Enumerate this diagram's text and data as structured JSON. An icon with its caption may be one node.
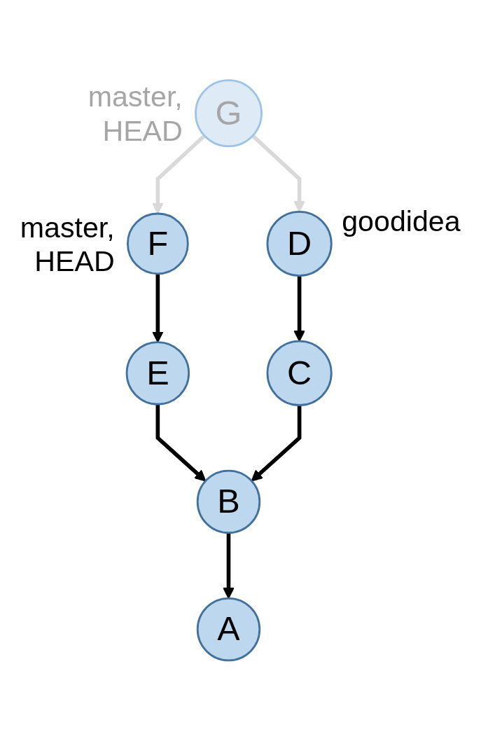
{
  "diagram": {
    "nodes": [
      {
        "text": [
          "G"
        ],
        "beside": [
          "master, HEAD"
        ]
      },
      {
        "text": [
          "F"
        ],
        "beside": [
          "master, HEAD"
        ]
      },
      {
        "text": [
          "D"
        ],
        "beside": [
          "goodidea"
        ]
      },
      {
        "text": [
          "E"
        ]
      },
      {
        "text": [
          "C"
        ]
      },
      {
        "text": [
          "B"
        ]
      },
      {
        "text": [
          "A"
        ]
      }
    ],
    "edges": [
      {
        "from": 0,
        "to": 1,
        "arrow": "to",
        "color": "#d9d9d9"
      },
      {
        "from": 0,
        "to": 2,
        "arrow": "to",
        "color": "#d9d9d9"
      },
      {
        "from": 1,
        "to": 3,
        "arrow": "to"
      },
      {
        "from": 2,
        "to": 4,
        "arrow": "to"
      },
      {
        "from": 3,
        "to": 5,
        "arrow": "to"
      },
      {
        "from": 4,
        "to": 5,
        "arrow": "to"
      },
      {
        "from": 5,
        "to": 6,
        "arrow": "to"
      }
    ]
  }
}
